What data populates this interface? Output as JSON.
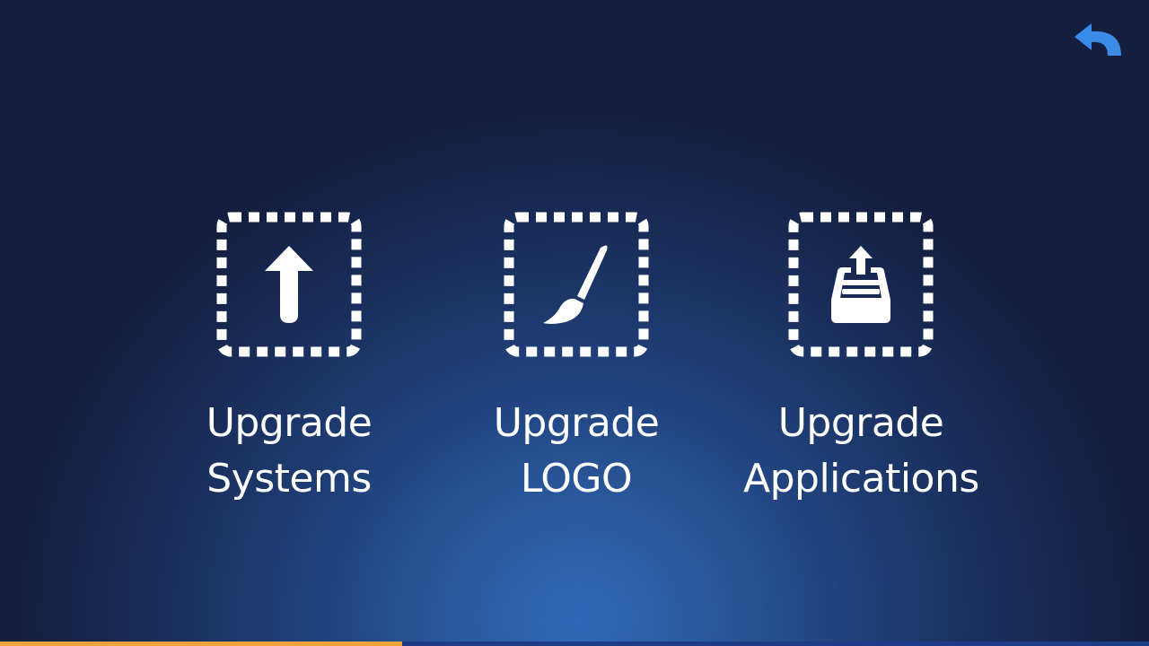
{
  "header": {
    "back_icon": "back-arrow-icon",
    "back_color": "#3a8ce8"
  },
  "options": [
    {
      "icon": "upload-arrow-icon",
      "line1": "Upgrade",
      "line2": "Systems"
    },
    {
      "icon": "paintbrush-icon",
      "line1": "Upgrade",
      "line2": "LOGO"
    },
    {
      "icon": "inbox-upload-icon",
      "line1": "Upgrade",
      "line2": "Applications"
    }
  ],
  "progress": {
    "value": 0.35,
    "fill_color": "#f0a33a",
    "track_color": "#1d3b86"
  }
}
